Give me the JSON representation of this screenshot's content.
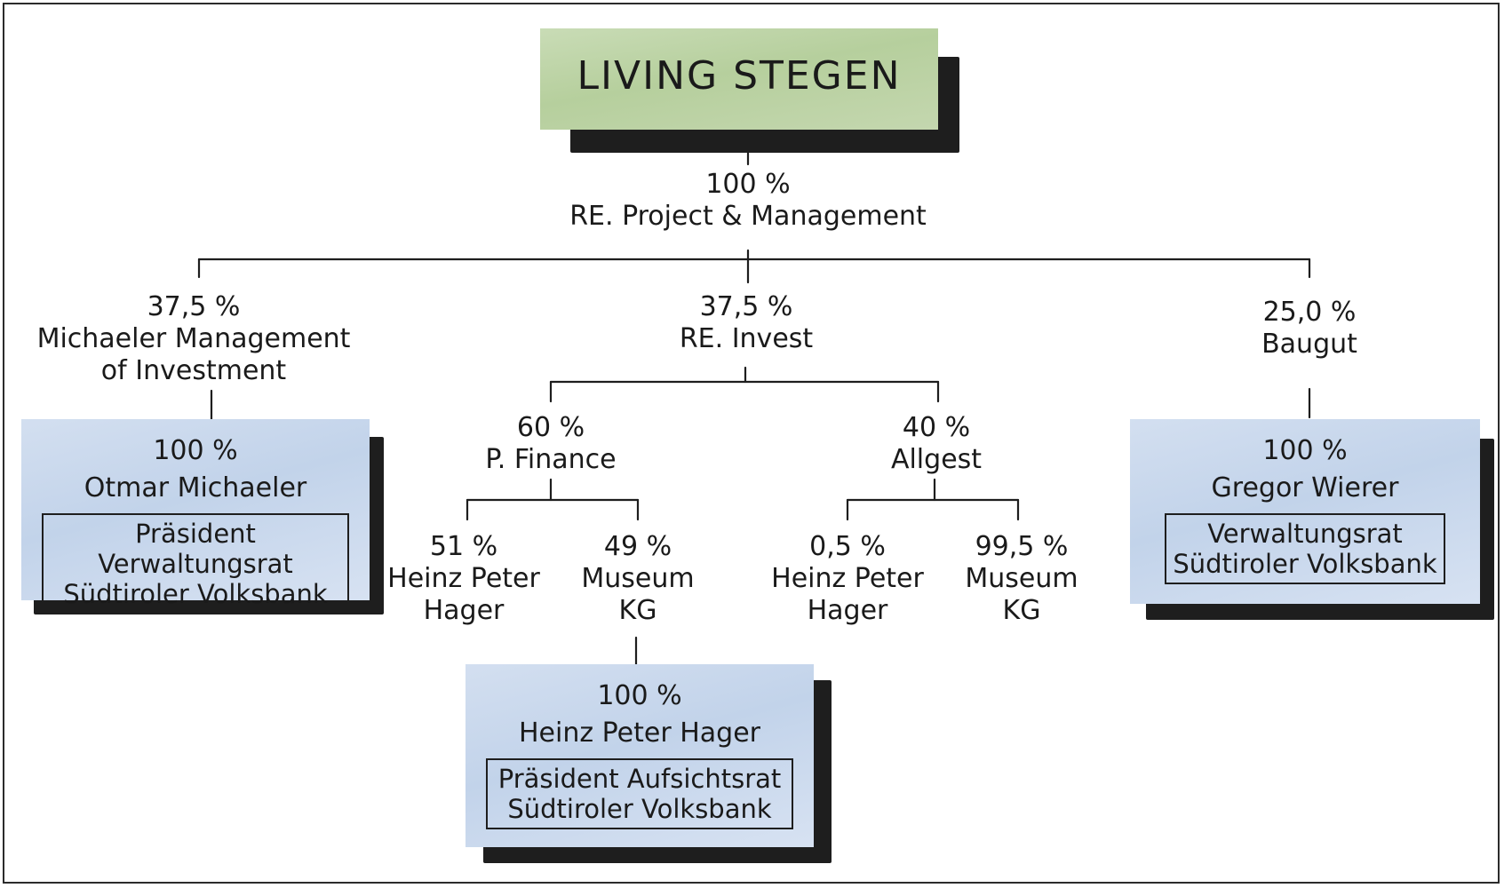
{
  "title": "LIVING STEGEN",
  "root": {
    "percent": "100 %",
    "name": "RE. Project & Management"
  },
  "level1": [
    {
      "percent": "37,5 %",
      "name": "Michaeler Management",
      "name2": "of Investment"
    },
    {
      "percent": "37,5 %",
      "name": "RE. Invest"
    },
    {
      "percent": "25,0 %",
      "name": "Baugut"
    }
  ],
  "invest": [
    {
      "percent": "60 %",
      "name": "P. Finance"
    },
    {
      "percent": "40 %",
      "name": "Allgest"
    }
  ],
  "finance_owners": [
    {
      "percent": "51 %",
      "name": "Heinz Peter",
      "name2": "Hager"
    },
    {
      "percent": "49 %",
      "name": "Museum",
      "name2": "KG"
    }
  ],
  "allgest_owners": [
    {
      "percent": "0,5 %",
      "name": "Heinz Peter",
      "name2": "Hager"
    },
    {
      "percent": "99,5 %",
      "name": "Museum",
      "name2": "KG"
    }
  ],
  "cards": {
    "michaeler": {
      "percent": "100 %",
      "name": "Otmar Michaeler",
      "role1": "Präsident Verwaltungsrat",
      "role2": "Südtiroler Volksbank"
    },
    "museum": {
      "percent": "100 %",
      "name": "Heinz Peter Hager",
      "role1": "Präsident Aufsichtsrat",
      "role2": "Südtiroler Volksbank"
    },
    "baugut": {
      "percent": "100 %",
      "name": "Gregor Wierer",
      "role1": "Verwaltungsrat",
      "role2": "Südtiroler Volksbank"
    }
  },
  "colors": {
    "title_note": "#bcd3a4",
    "card_note": "#c8d7ec",
    "line": "#1e1e1e"
  }
}
